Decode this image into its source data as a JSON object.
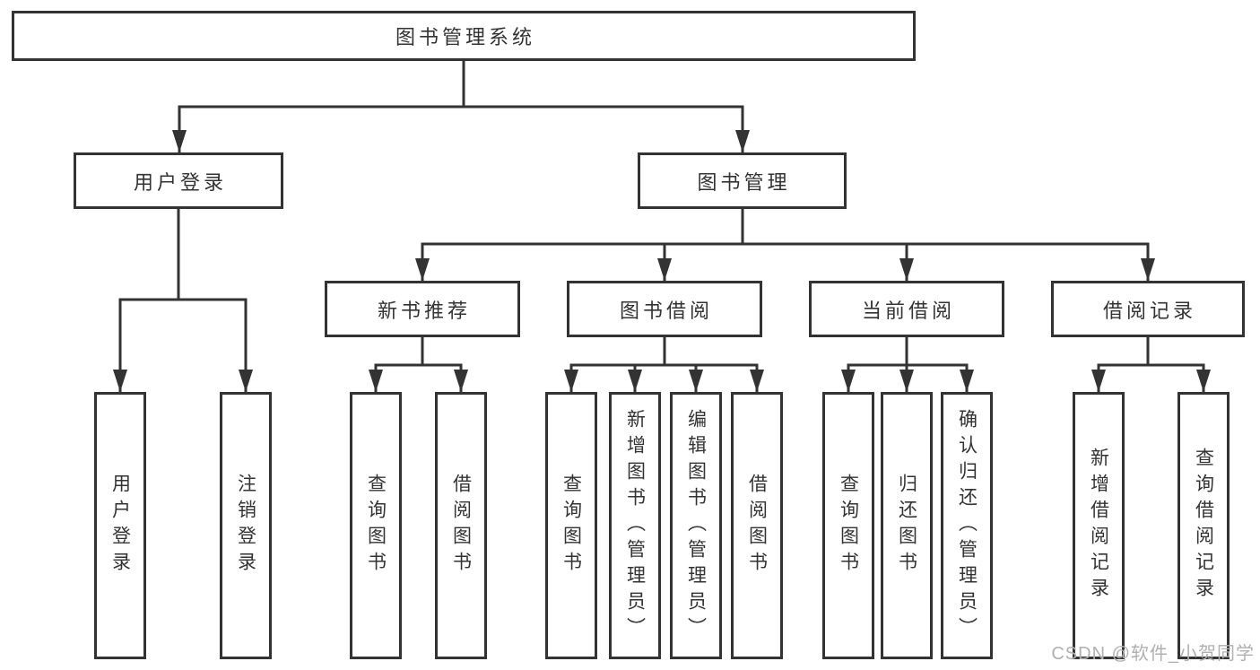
{
  "diagram": {
    "tree": {
      "label": "图书管理系统",
      "children": [
        {
          "label": "用户登录",
          "children": [
            {
              "label": "用户登录"
            },
            {
              "label": "注销登录"
            }
          ]
        },
        {
          "label": "图书管理",
          "children": [
            {
              "label": "新书推荐",
              "children": [
                {
                  "label": "查询图书"
                },
                {
                  "label": "借阅图书"
                }
              ]
            },
            {
              "label": "图书借阅",
              "children": [
                {
                  "label": "查询图书"
                },
                {
                  "label": "新增图书（管理员）"
                },
                {
                  "label": "编辑图书（管理员）"
                },
                {
                  "label": "借阅图书"
                }
              ]
            },
            {
              "label": "当前借阅",
              "children": [
                {
                  "label": "查询图书"
                },
                {
                  "label": "归还图书"
                },
                {
                  "label": "确认归还（管理员）"
                }
              ]
            },
            {
              "label": "借阅记录",
              "children": [
                {
                  "label": "新增借阅记录"
                },
                {
                  "label": "查询借阅记录"
                }
              ]
            }
          ]
        }
      ]
    },
    "colors": {
      "line": "#333333",
      "box_border": "#333333",
      "text": "#333333",
      "background": "#ffffff",
      "watermark": "#b0b0b0"
    }
  },
  "watermark": {
    "text": "CSDN @软件_小贺同学"
  }
}
